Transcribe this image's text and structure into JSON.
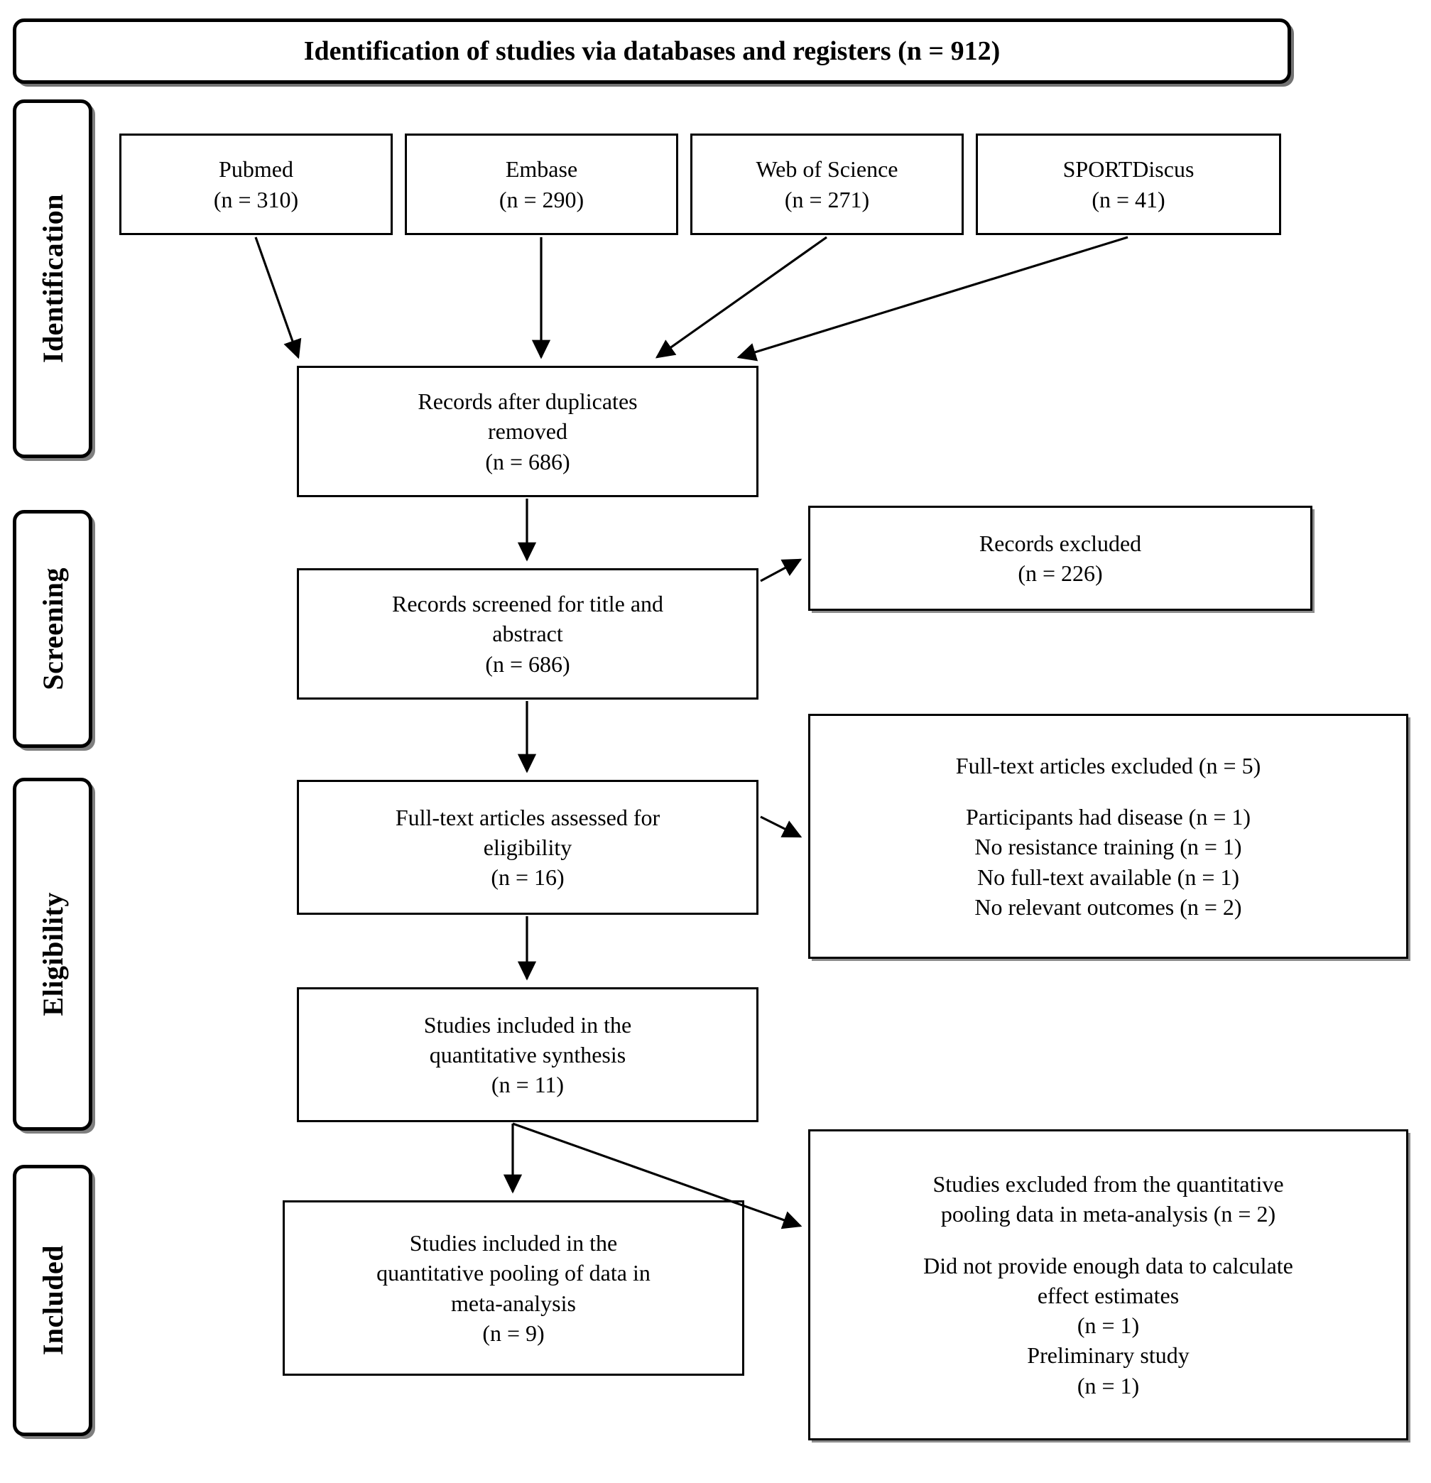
{
  "title": "Identification of studies via databases and registers (n = 912)",
  "stages": [
    {
      "label": "Identification"
    },
    {
      "label": "Screening"
    },
    {
      "label": "Eligibility"
    },
    {
      "label": "Included"
    }
  ],
  "sources": [
    {
      "name": "Pubmed",
      "count": "(n = 310)"
    },
    {
      "name": "Embase",
      "count": "(n = 290)"
    },
    {
      "name": "Web of Science",
      "count": "(n = 271)"
    },
    {
      "name": "SPORTDiscus",
      "count": "(n = 41)"
    }
  ],
  "flow": {
    "duplicates": {
      "line1": "Records after duplicates",
      "line2": "removed",
      "line3": "(n = 686)"
    },
    "screened": {
      "line1": "Records screened for title and",
      "line2": "abstract",
      "line3": "(n = 686)"
    },
    "records_excluded": {
      "line1": "Records excluded",
      "line2": "(n = 226)"
    },
    "fulltext_assessed": {
      "line1": "Full-text articles assessed for",
      "line2": "eligibility",
      "line3": "(n = 16)"
    },
    "fulltext_excluded": {
      "heading": "Full-text articles excluded (n = 5)",
      "reasons": [
        "Participants had disease (n = 1)",
        "No resistance training (n = 1)",
        "No full-text available (n = 1)",
        "No relevant outcomes (n = 2)"
      ]
    },
    "qualitative_synthesis": {
      "line1": "Studies included in the",
      "line2": "quantitative synthesis",
      "line3": "(n = 11)"
    },
    "meta_included": {
      "line1": "Studies included in the",
      "line2": "quantitative pooling of data in",
      "line3": "meta-analysis",
      "line4": "(n = 9)"
    },
    "meta_excluded": {
      "heading1": "Studies excluded from the quantitative",
      "heading2": "pooling data in meta-analysis (n = 2)",
      "reason1_line1": "Did not provide enough data to calculate",
      "reason1_line2": "effect estimates",
      "reason1_count": "(n = 1)",
      "reason2_line1": "Preliminary study",
      "reason2_count": "(n = 1)"
    }
  },
  "colors": {
    "stroke": "#000000",
    "background": "#ffffff",
    "text": "#000000"
  }
}
